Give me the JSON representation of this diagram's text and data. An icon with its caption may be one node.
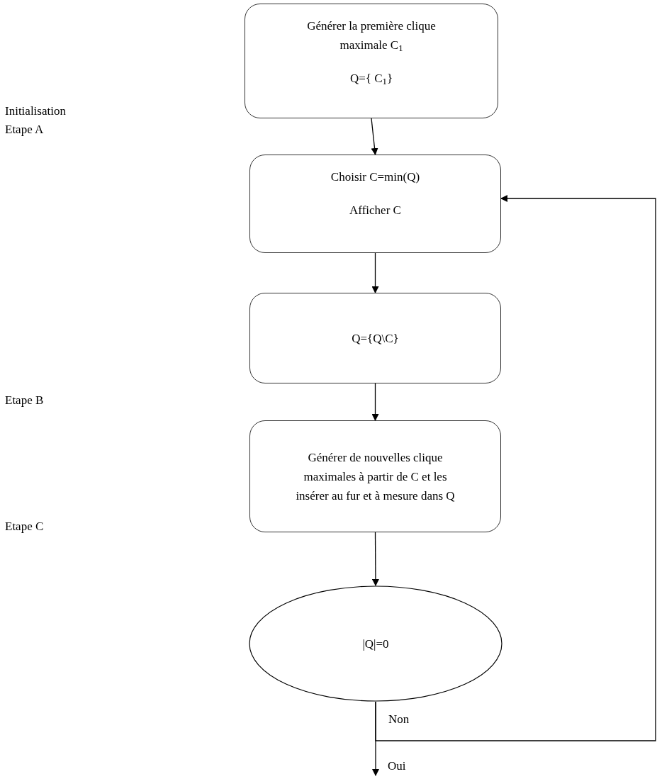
{
  "diagram": {
    "nodes": [
      {
        "text": [
          "Générer la première clique maximale C$_{1}$",
          "Q={ C$_{1}$}"
        ]
      },
      {
        "text": [
          "Choisir C=min(Q)",
          "Afficher C"
        ]
      },
      {
        "text": [
          "Q={Q\\C}"
        ]
      },
      {
        "text": [
          "Générer de nouvelles clique maximales à partir de C et les insérer au fur et à mesure dans Q"
        ]
      },
      {
        "text": [
          "|Q|=0"
        ]
      }
    ],
    "edges": [
      {
        "from": 0,
        "to": 1,
        "arrow": "to"
      },
      {
        "from": 1,
        "to": 2,
        "arrow": "to"
      },
      {
        "from": 2,
        "to": 3,
        "arrow": "to"
      },
      {
        "from": 3,
        "to": 4,
        "arrow": "to"
      },
      {
        "from": 4,
        "to": 1,
        "arrow": "to",
        "label": "Non"
      },
      {
        "from": 4,
        "to": null,
        "arrow": "to",
        "label": "Oui"
      }
    ],
    "labels": [
      "Initialisation",
      "Etape A",
      "Etape B",
      "Etape C"
    ]
  }
}
